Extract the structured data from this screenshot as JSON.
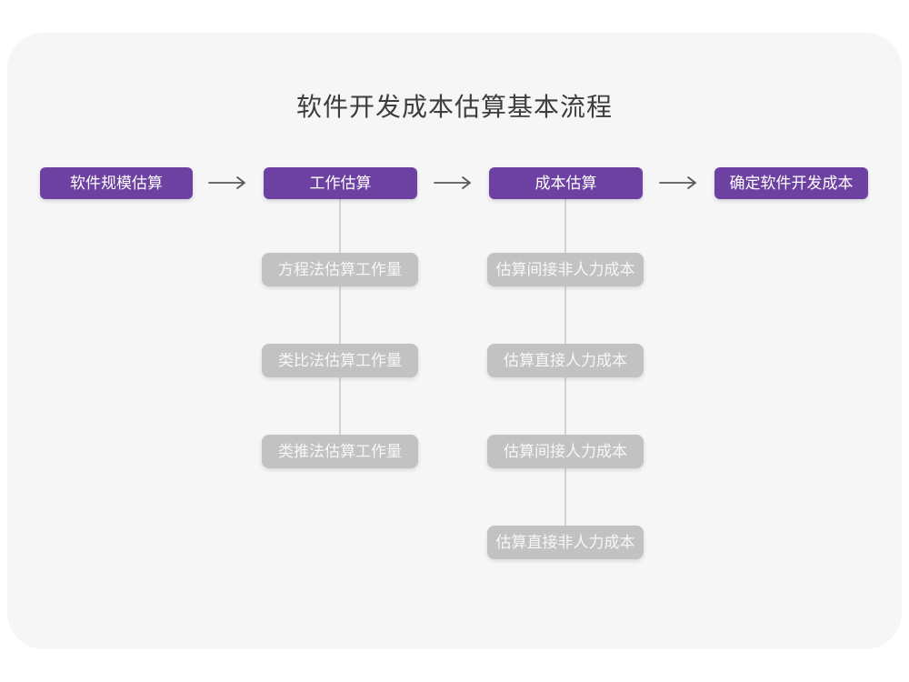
{
  "title": "软件开发成本估算基本流程",
  "colors": {
    "page_bg": "#ffffff",
    "panel_bg": "#f6f6f7",
    "stage_fill": "#6d41a1",
    "stage_text": "#ffffff",
    "method_fill": "#c2c2c2",
    "method_text": "#f7f7f7",
    "arrow": "#58595b",
    "connector": "#d4d4d4",
    "title_text": "#3d3d3d"
  },
  "flow": {
    "stages": [
      {
        "label": "软件规模估算"
      },
      {
        "label": "工作估算"
      },
      {
        "label": "成本估算"
      },
      {
        "label": "确定软件开发成本"
      }
    ],
    "work_methods": [
      "方程法估算工作量",
      "类比法估算工作量",
      "类推法估算工作量"
    ],
    "cost_methods": [
      "估算间接非人力成本",
      "估算直接人力成本",
      "估算间接人力成本",
      "估算直接非人力成本"
    ]
  }
}
